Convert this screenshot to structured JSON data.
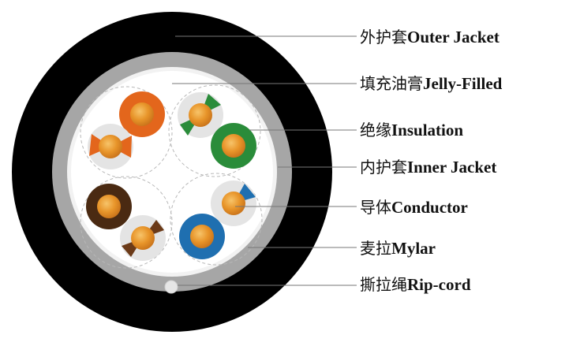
{
  "labels": [
    {
      "id": "outer-jacket",
      "zh": "外护套",
      "en": "Outer Jacket"
    },
    {
      "id": "jelly-filled",
      "zh": "填充油膏",
      "en": "Jelly-Filled"
    },
    {
      "id": "insulation",
      "zh": "绝缘",
      "en": "Insulation"
    },
    {
      "id": "inner-jacket",
      "zh": "内护套",
      "en": "Inner Jacket"
    },
    {
      "id": "conductor",
      "zh": "导体",
      "en": "Conductor"
    },
    {
      "id": "mylar",
      "zh": "麦拉",
      "en": "Mylar"
    },
    {
      "id": "rip-cord",
      "zh": "撕拉绳",
      "en": "Rip-cord"
    }
  ],
  "colors": {
    "outer_jacket": "#000000",
    "inner_jacket": "#a6a6a6",
    "jelly": "#ffffff",
    "conductor": "#e8952a",
    "pair_orange": "#e3661c",
    "pair_green": "#2a8c3a",
    "pair_blue": "#1f6fb0",
    "pair_brown": "#4a2a12",
    "white_insulation": "#e4e4e4"
  }
}
